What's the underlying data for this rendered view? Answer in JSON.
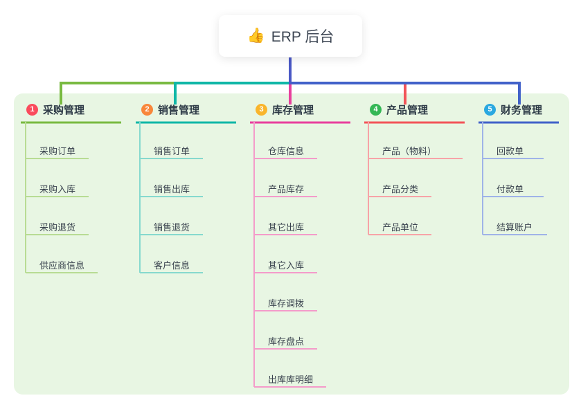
{
  "root": {
    "emoji": "👍",
    "label": "ERP 后台"
  },
  "colors": {
    "page_bg": "#ffffff",
    "panel_bg": "#e8f6e3",
    "root_line": "#4a58c5"
  },
  "branches": [
    {
      "badge": "1",
      "label": "采购管理",
      "badge_color": "#fa4b5c",
      "color": "#79ba41",
      "light_color": "#b8dc94",
      "children": [
        "采购订单",
        "采购入库",
        "采购退货",
        "供应商信息"
      ]
    },
    {
      "badge": "2",
      "label": "销售管理",
      "badge_color": "#f8873b",
      "color": "#10b7a7",
      "light_color": "#86d9ce",
      "children": [
        "销售订单",
        "销售出库",
        "销售退货",
        "客户信息"
      ]
    },
    {
      "badge": "3",
      "label": "库存管理",
      "badge_color": "#f9b52c",
      "color": "#e83f9d",
      "light_color": "#f49bca",
      "children": [
        "仓库信息",
        "产品库存",
        "其它出库",
        "其它入库",
        "库存调拨",
        "库存盘点",
        "出库库明细"
      ]
    },
    {
      "badge": "4",
      "label": "产品管理",
      "badge_color": "#34b755",
      "color": "#f25459",
      "light_color": "#f7a3a7",
      "children": [
        "产品（物料）",
        "产品分类",
        "产品单位"
      ]
    },
    {
      "badge": "5",
      "label": "财务管理",
      "badge_color": "#2aa8e0",
      "color": "#4161c9",
      "light_color": "#9fb3e8",
      "children": [
        "回款单",
        "付款单",
        "结算账户"
      ]
    }
  ]
}
